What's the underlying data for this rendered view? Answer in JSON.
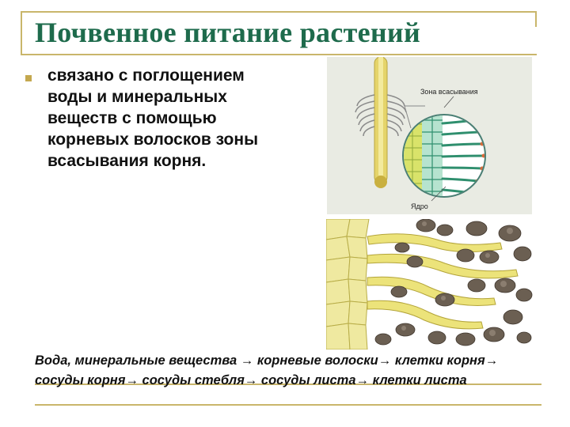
{
  "slide": {
    "title": "Почвенное питание растений",
    "bullet_text": "связано с поглощением воды и минеральных веществ с помощью корневых волосков зоны всасывания корня.",
    "caption": "Вода,  минеральные вещества → корневые волоски→ клетки корня→ сосуды корня→ сосуды стебля→ сосуды листа→ клетки листа"
  },
  "figure_top": {
    "zone_label": "Зона всасывания",
    "nucleus_label": "Ядро"
  },
  "colors": {
    "title": "#1e6b4c",
    "frame_gold": "#c9b66b",
    "bullet_gold": "#c4a84f",
    "root_yellow": "#e8dc55",
    "root_hair_green": "#2f8f6e",
    "soil_dark": "#6b5f52",
    "figure_bg": "#e9ebe3"
  },
  "icons": {
    "bullet": "square-bullet-icon"
  }
}
